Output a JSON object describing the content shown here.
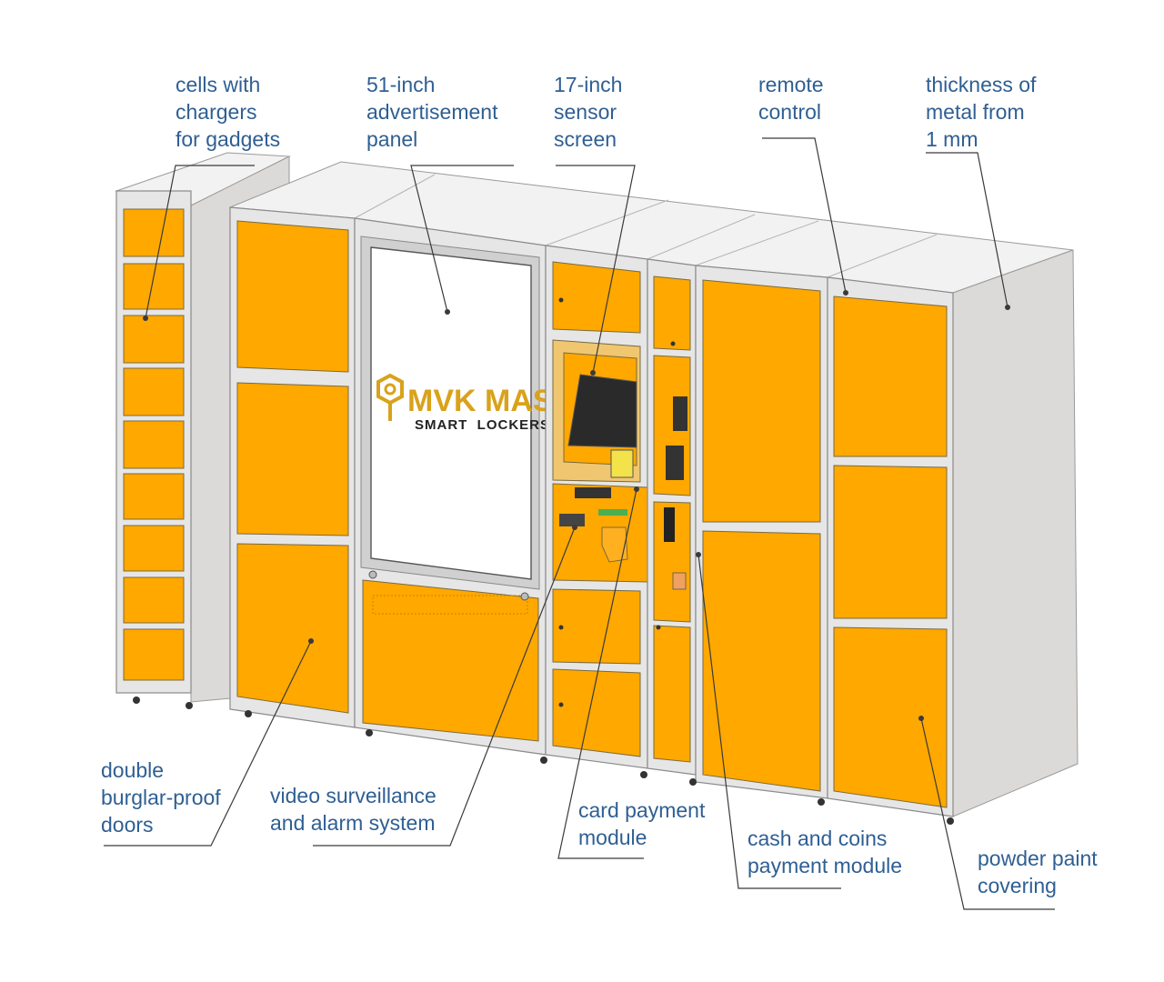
{
  "logo": {
    "main": "MVK MASH",
    "sub": "SMART  LOCKERS"
  },
  "colors": {
    "door": "#ffa800",
    "frame": "#e6e6e6",
    "side": "#dcdad8",
    "top": "#f2f2f2",
    "label": "#2f5f93",
    "leader": "#3a3a3a"
  },
  "callouts": {
    "cells": [
      "cells with",
      "chargers",
      "for gadgets"
    ],
    "adpanel": [
      "51-inch",
      "advertisement",
      "panel"
    ],
    "sensor": [
      "17-inch",
      "sensor",
      "screen"
    ],
    "remote": [
      "remote",
      "control"
    ],
    "thickness": [
      "thickness of",
      "metal from",
      "1 mm"
    ],
    "doors": [
      "double",
      "burglar-proof",
      "doors"
    ],
    "video": [
      "video surveillance",
      "and alarm system"
    ],
    "card": [
      "card payment",
      "module"
    ],
    "cash": [
      "cash and coins",
      "payment module"
    ],
    "paint": [
      "powder paint",
      "covering"
    ]
  }
}
